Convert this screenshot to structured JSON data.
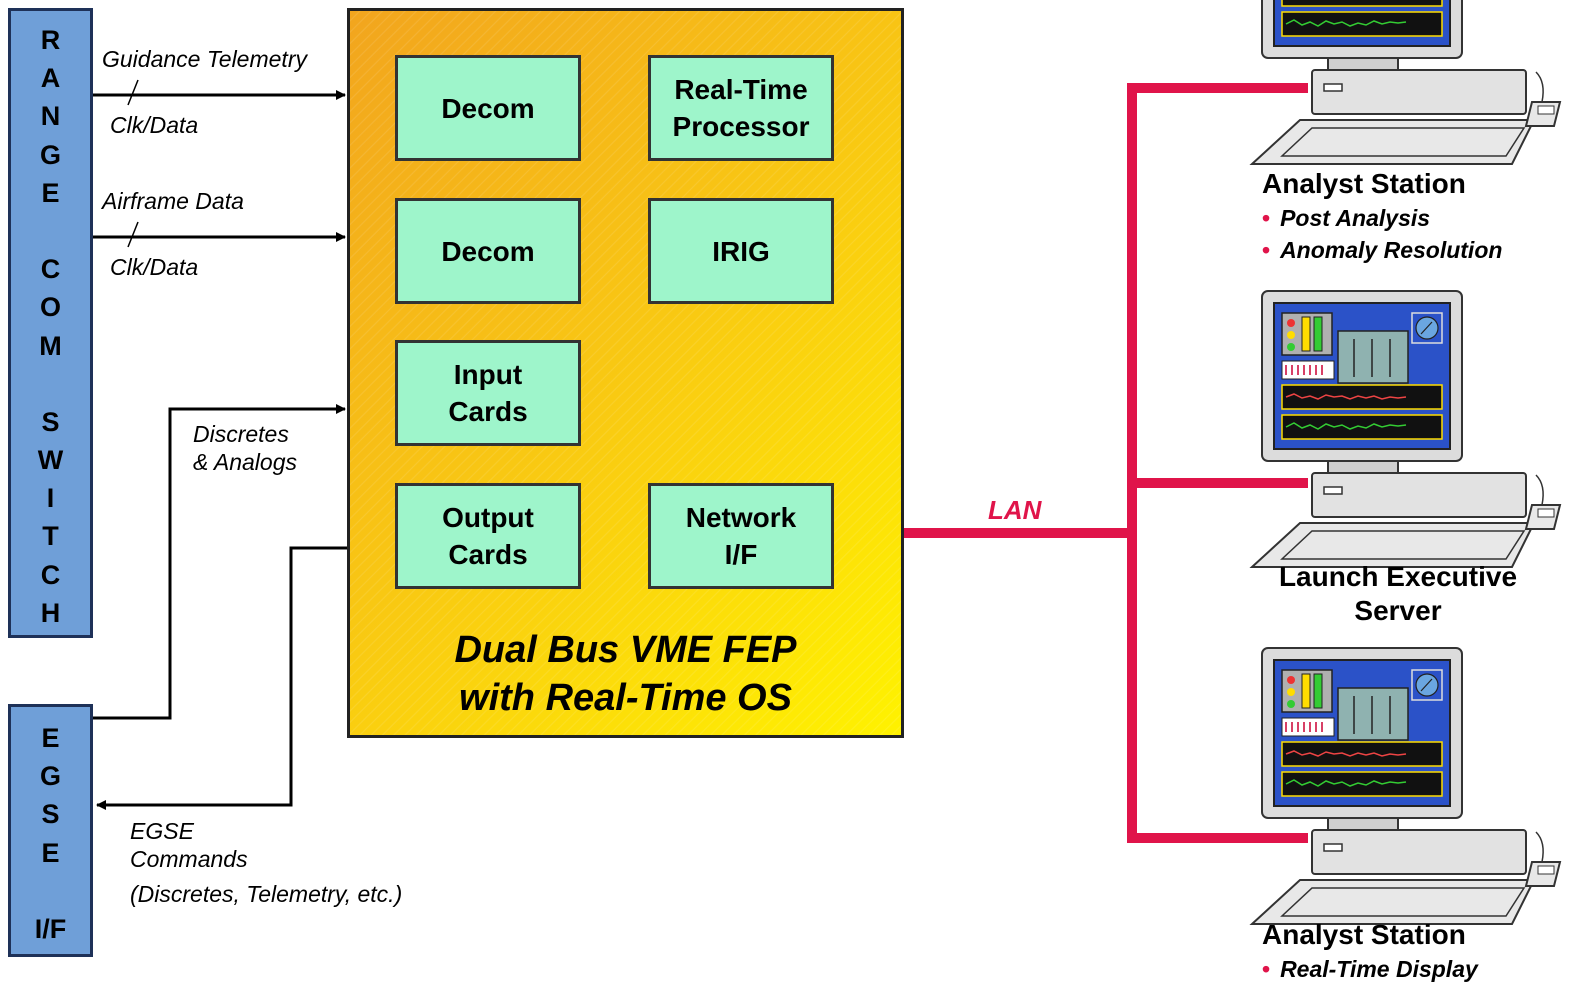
{
  "range_switch": {
    "letters": [
      "R",
      "A",
      "N",
      "G",
      "E",
      "",
      "C",
      "O",
      "M",
      "",
      "S",
      "W",
      "I",
      "T",
      "C",
      "H"
    ]
  },
  "egse_if": {
    "letters": [
      "E",
      "G",
      "S",
      "E",
      "",
      "I/F"
    ]
  },
  "fep": {
    "title": "Dual Bus VME FEP\nwith Real-Time OS",
    "cards": {
      "decom_1": "Decom",
      "realtime_processor": "Real-Time\nProcessor",
      "decom_2": "Decom",
      "irig": "IRIG",
      "input_cards": "Input\nCards",
      "output_cards": "Output\nCards",
      "network_if": "Network\nI/F"
    }
  },
  "signals": {
    "guidance_telemetry": "Guidance Telemetry",
    "clk_data_1": "Clk/Data",
    "airframe_data": "Airframe Data",
    "clk_data_2": "Clk/Data",
    "discretes": "Discretes\n& Analogs",
    "egse_commands": "EGSE\nCommands",
    "egse_commands_detail": "(Discretes, Telemetry, etc.)"
  },
  "network": {
    "lan_label": "LAN"
  },
  "stations": {
    "analyst_top": {
      "title": "Analyst Station",
      "bullets": [
        "Post Analysis",
        "Anomaly Resolution"
      ]
    },
    "launch_exec": {
      "title": "Launch Executive\nServer"
    },
    "analyst_bottom": {
      "title": "Analyst Station",
      "bullets": [
        "Real-Time Display"
      ]
    }
  },
  "colors": {
    "bar_fill": "#6f9fd8",
    "card_fill": "#9ef5cb",
    "fep_fill": "#f8c514",
    "lan_line": "#e0144a"
  }
}
